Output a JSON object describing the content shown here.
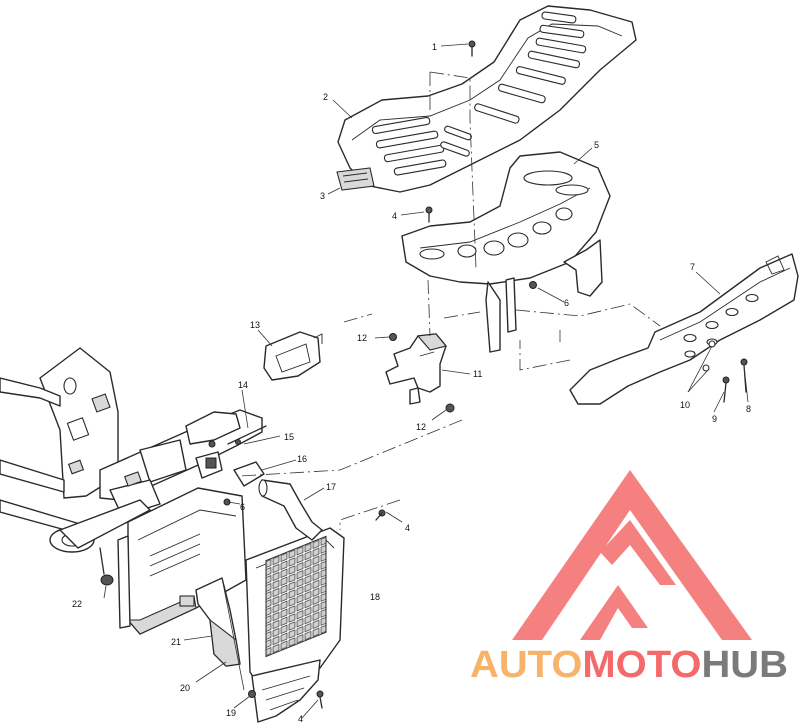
{
  "callouts": [
    {
      "id": "c1",
      "label": "1"
    },
    {
      "id": "c2",
      "label": "2"
    },
    {
      "id": "c3",
      "label": "3"
    },
    {
      "id": "c4a",
      "label": "4"
    },
    {
      "id": "c4b",
      "label": "4"
    },
    {
      "id": "c4c",
      "label": "4"
    },
    {
      "id": "c5",
      "label": "5"
    },
    {
      "id": "c6a",
      "label": "6"
    },
    {
      "id": "c6b",
      "label": "6"
    },
    {
      "id": "c7",
      "label": "7"
    },
    {
      "id": "c8",
      "label": "8"
    },
    {
      "id": "c9",
      "label": "9"
    },
    {
      "id": "c10",
      "label": "10"
    },
    {
      "id": "c11",
      "label": "11"
    },
    {
      "id": "c12a",
      "label": "12"
    },
    {
      "id": "c12b",
      "label": "12"
    },
    {
      "id": "c13",
      "label": "13"
    },
    {
      "id": "c14",
      "label": "14"
    },
    {
      "id": "c15",
      "label": "15"
    },
    {
      "id": "c16",
      "label": "16"
    },
    {
      "id": "c17",
      "label": "17"
    },
    {
      "id": "c18",
      "label": "18"
    },
    {
      "id": "c19",
      "label": "19"
    },
    {
      "id": "c20",
      "label": "20"
    },
    {
      "id": "c21",
      "label": "21"
    },
    {
      "id": "c22",
      "label": "22"
    }
  ],
  "watermark": {
    "part1": "AUTO",
    "part2": "MOTO",
    "part3": "HUB",
    "color_red": "#f46a6a",
    "color_orange": "#f7b36a",
    "color_gray": "#7a7a7a"
  }
}
